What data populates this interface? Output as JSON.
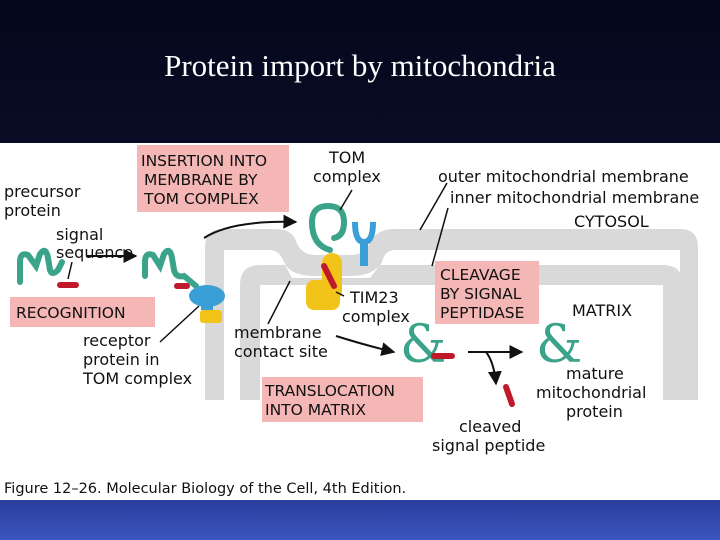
{
  "slide_title": "Protein import by mitochondria",
  "labels": {
    "precursor_1": "precursor",
    "precursor_2": "protein",
    "signal_1": "signal",
    "signal_2": "sequence",
    "tom_1": "TOM",
    "tom_2": "complex",
    "outer_membrane": "outer mitochondrial membrane",
    "inner_membrane": "inner mitochondrial membrane",
    "cytosol": "CYTOSOL",
    "matrix": "MATRIX",
    "tim_1": "TIM23",
    "tim_2": "complex",
    "contact_1": "membrane",
    "contact_2": "contact site",
    "receptor_1": "receptor",
    "receptor_2": "protein in",
    "receptor_3": "TOM complex",
    "cleaved_1": "cleaved",
    "cleaved_2": "signal peptide",
    "mature_1": "mature",
    "mature_2": "mitochondrial",
    "mature_3": "protein"
  },
  "boxes": {
    "recognition": "RECOGNITION",
    "insertion_1": "INSERTION INTO",
    "insertion_2": "MEMBRANE BY",
    "insertion_3": "TOM COMPLEX",
    "cleavage_1": "CLEAVAGE",
    "cleavage_2": "BY SIGNAL",
    "cleavage_3": "PEPTIDASE",
    "translocation_1": "TRANSLOCATION",
    "translocation_2": "INTO MATRIX"
  },
  "caption": "Figure 12–26. Molecular Biology of the Cell, 4th Edition.",
  "colors": {
    "stage_box": "#f4b7b5",
    "membrane": "#d9d9d9",
    "protein_green": "#3aa38a",
    "signal_red": "#c0192c",
    "receptor_blue": "#3a9fd6",
    "tim_yellow": "#f2c318"
  }
}
